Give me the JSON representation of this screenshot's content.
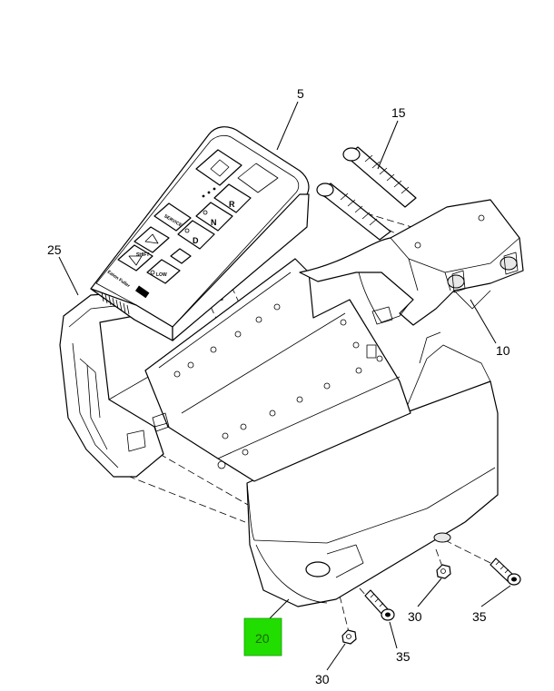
{
  "callouts": {
    "c5": "5",
    "c15": "15",
    "c25": "25",
    "c10": "10",
    "c20": "20",
    "c30a": "30",
    "c35a": "35",
    "c30b": "30",
    "c35b": "35"
  },
  "keypad": {
    "service": "SERVICE",
    "shift": "SHIFT",
    "r": "R",
    "n": "N",
    "d": "D",
    "low": "LOW",
    "brand": "Eaton Fuller"
  },
  "colors": {
    "highlight": "#22dd00",
    "line": "#000000",
    "background": "#ffffff"
  }
}
